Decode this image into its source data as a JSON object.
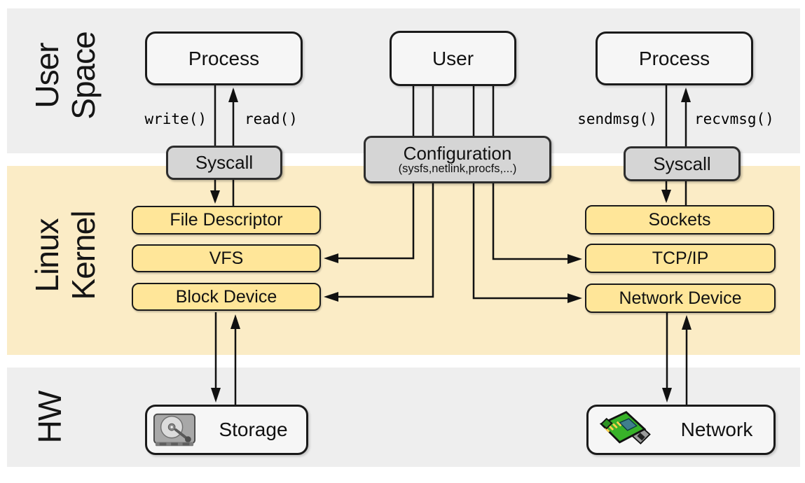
{
  "bands": {
    "user_space": {
      "line1": "User",
      "line2": "Space"
    },
    "linux_kernel": {
      "line1": "Linux",
      "line2": "Kernel"
    },
    "hw": {
      "line1": "HW"
    }
  },
  "nodes": {
    "process_left": "Process",
    "user": "User",
    "process_right": "Process",
    "syscall_left": "Syscall",
    "syscall_right": "Syscall",
    "configuration_title": "Configuration",
    "configuration_subtitle": "(sysfs,netlink,procfs,...)",
    "file_descriptor": "File Descriptor",
    "vfs": "VFS",
    "block_device": "Block Device",
    "sockets": "Sockets",
    "tcp_ip": "TCP/IP",
    "network_device": "Network Device",
    "storage": "Storage",
    "network": "Network"
  },
  "edge_labels": {
    "write": "write()",
    "read": "read()",
    "sendmsg": "sendmsg()",
    "recvmsg": "recvmsg()"
  },
  "icons": {
    "storage": "hard-disk-icon",
    "network": "network-card-icon"
  },
  "colors": {
    "band_gray": "#eeeeee",
    "band_yellow": "#fbecc6",
    "box_yellow": "#ffe699",
    "box_gray": "#d5d5d5",
    "box_white": "#f6f6f6",
    "line_black": "#111111"
  }
}
